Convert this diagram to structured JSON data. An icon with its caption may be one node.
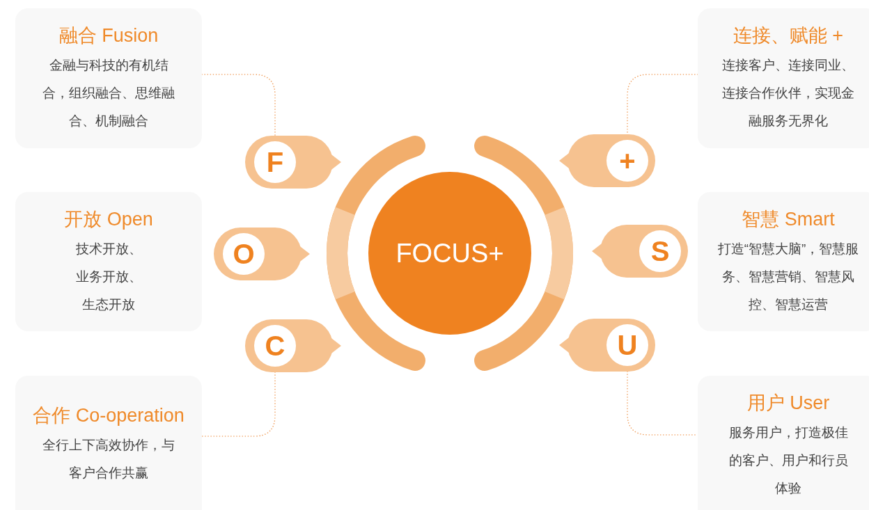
{
  "diagram": {
    "nodes": [
      {
        "text": [
          "FOCUS+"
        ]
      },
      {
        "text": [
          "融合 Fusion",
          "金融与科技的有机结合，组织融合、思维融合、机制融合"
        ]
      },
      {
        "text": [
          "开放 Open",
          "技术开放、业务开放、生态开放"
        ]
      },
      {
        "text": [
          "合作 Co-operation",
          "全行上下高效协作，与客户合作共赢"
        ]
      },
      {
        "text": [
          "连接、赋能 +",
          "连接客户、连接同业、连接合作伙伴，实现金融服务无界化"
        ]
      },
      {
        "text": [
          "智慧 Smart",
          "打造“智慧大脑”，智慧服务、智慧营销、智慧风控、智慧运营"
        ]
      },
      {
        "text": [
          "用户 User",
          "服务用户，打造极佳的客户、用户和行员体验"
        ]
      },
      {
        "text": [
          "F"
        ]
      },
      {
        "text": [
          "O"
        ]
      },
      {
        "text": [
          "C"
        ]
      },
      {
        "text": [
          "+"
        ]
      },
      {
        "text": [
          "S"
        ]
      },
      {
        "text": [
          "U"
        ]
      }
    ],
    "edges": [
      {
        "from": 1,
        "to": 7,
        "arrow": "none"
      },
      {
        "from": 9,
        "to": 3,
        "arrow": "none"
      },
      {
        "from": 4,
        "to": 10,
        "arrow": "none"
      },
      {
        "from": 12,
        "to": 6,
        "arrow": "none"
      }
    ]
  }
}
